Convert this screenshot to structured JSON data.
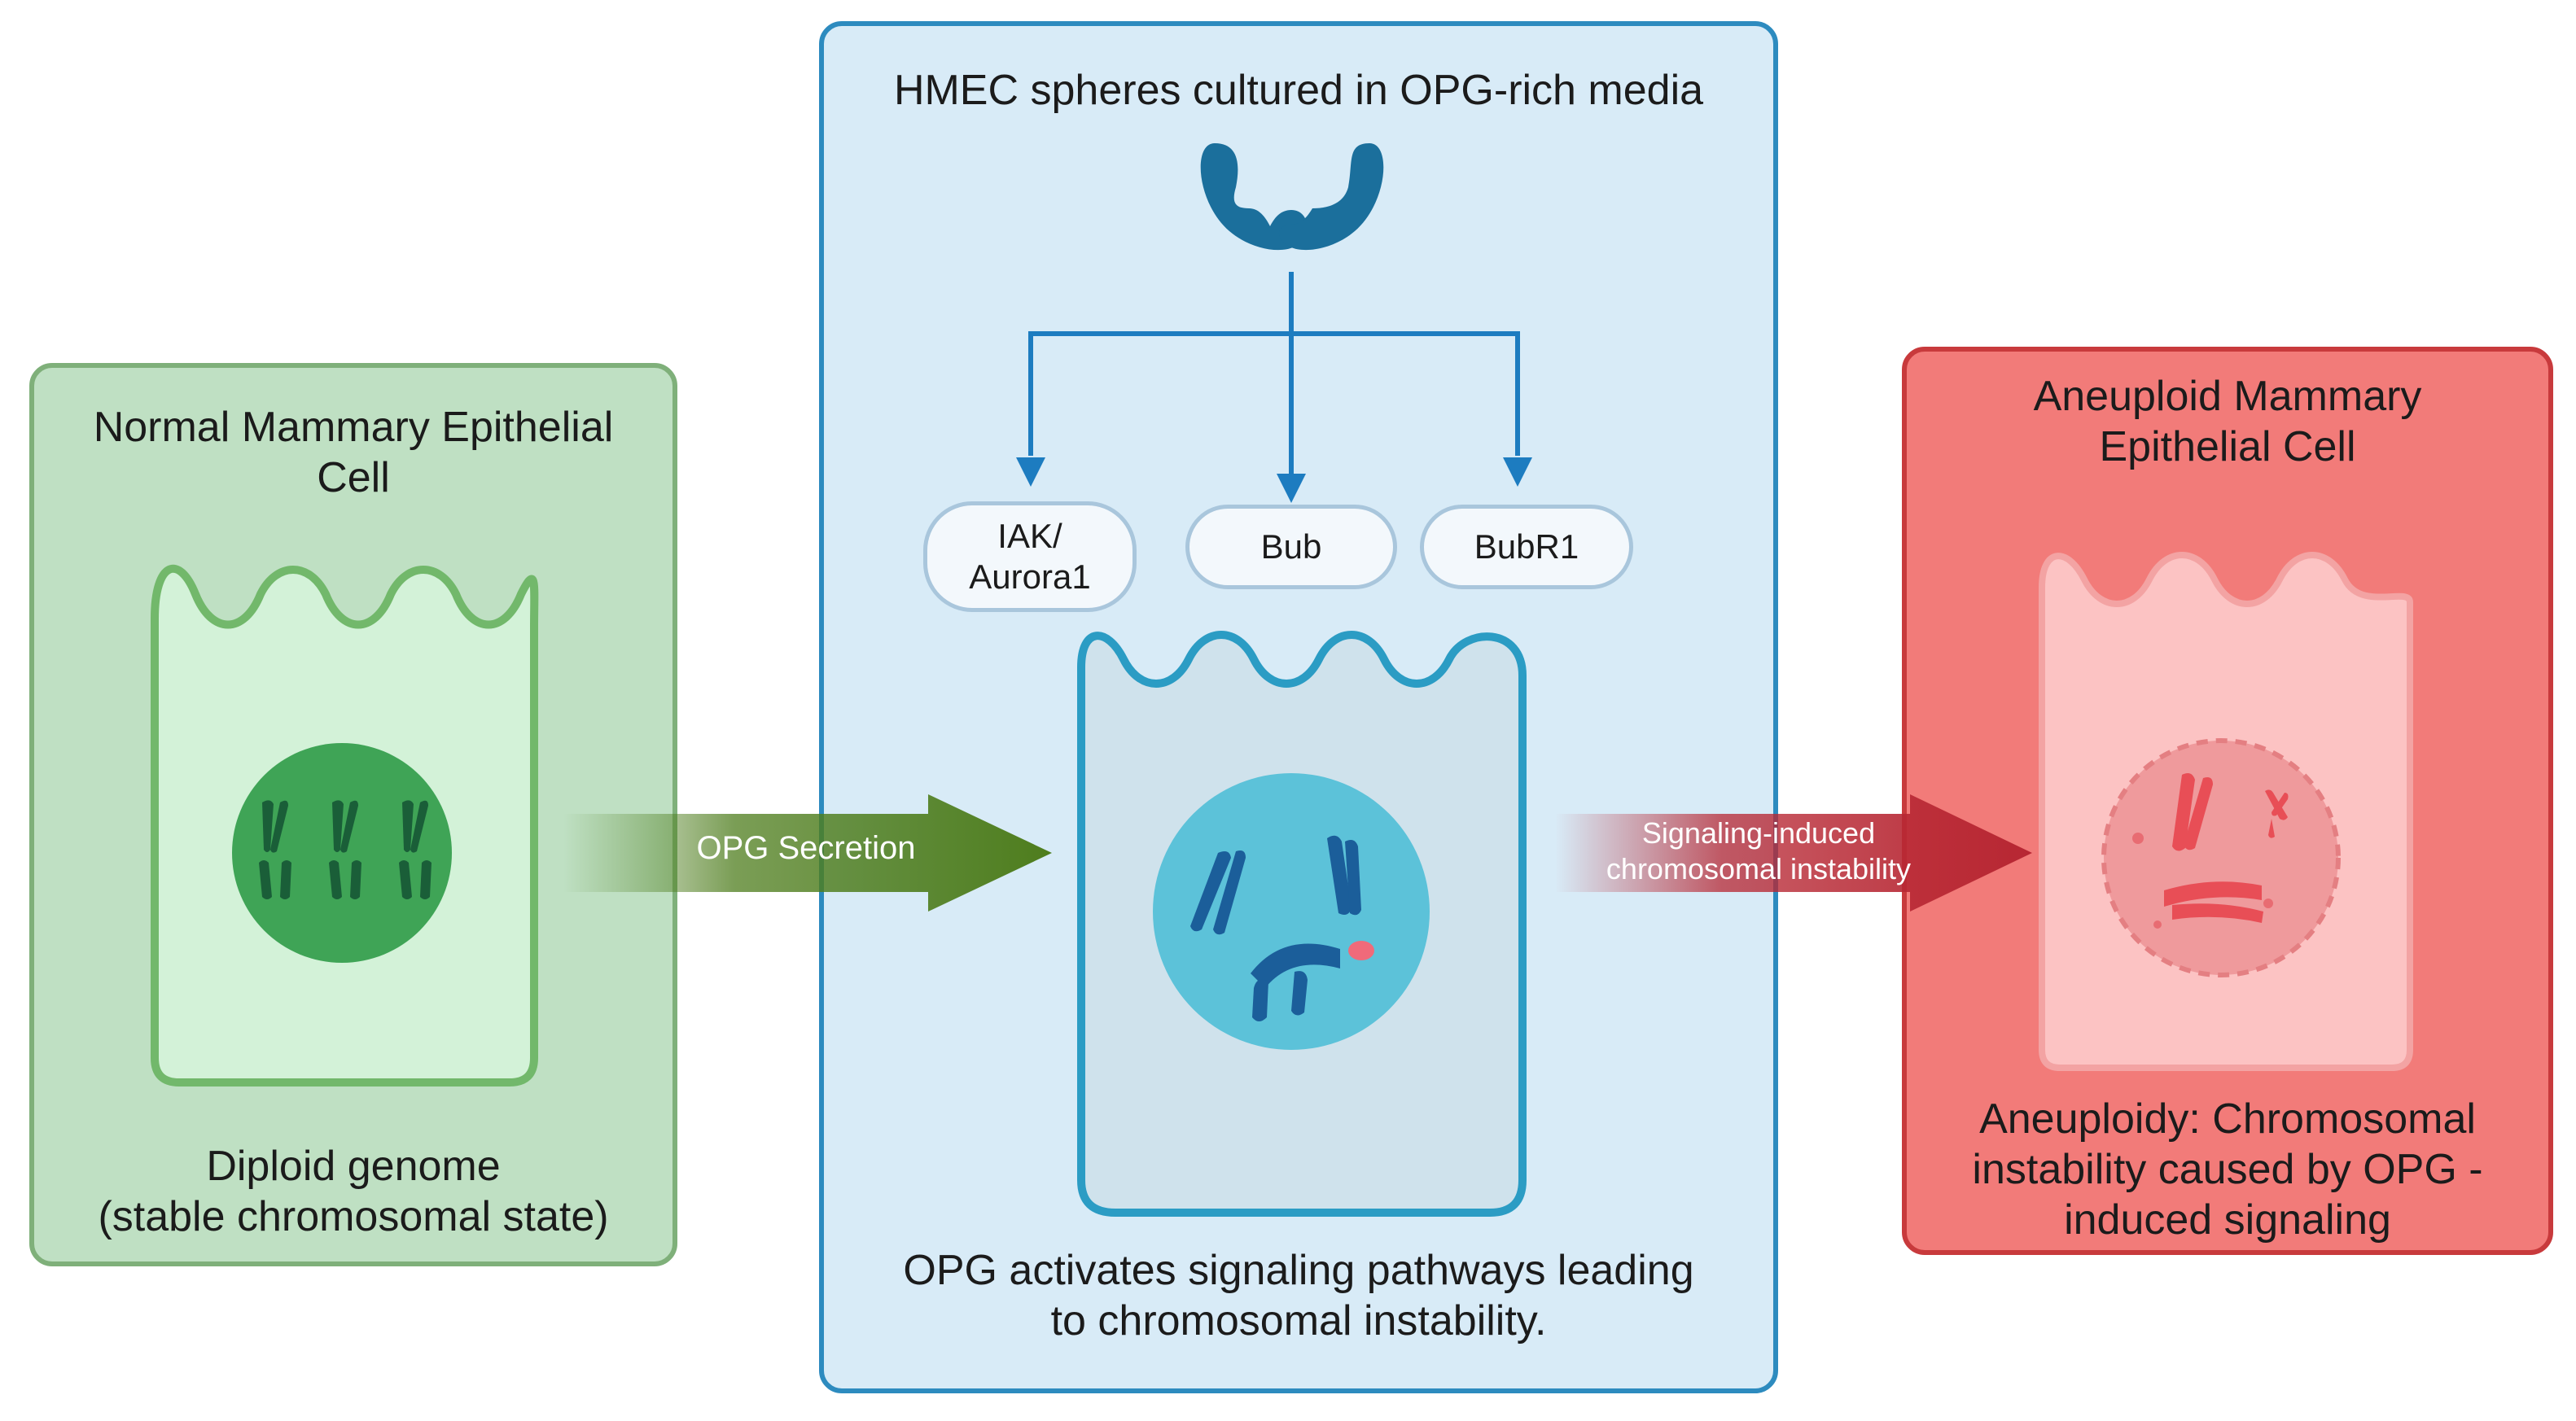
{
  "left_panel": {
    "title_line1": "Normal Mammary Epithelial",
    "title_line2": "Cell",
    "caption_line1": "Diploid genome",
    "caption_line2": "(stable chromosomal state)"
  },
  "center_panel": {
    "title": "HMEC spheres cultured in OPG-rich media",
    "pills": [
      {
        "line1": "IAK/",
        "line2": "Aurora1"
      },
      {
        "line1": "Bub",
        "line2": ""
      },
      {
        "line1": "BubR1",
        "line2": ""
      }
    ],
    "caption_line1": "OPG activates signaling pathways leading",
    "caption_line2": "to chromosomal instability."
  },
  "right_panel": {
    "title_line1": "Aneuploid Mammary",
    "title_line2": "Epithelial Cell",
    "caption_line1": "Aneuploidy: Chromosomal",
    "caption_line2": "instability caused by OPG -",
    "caption_line3": "induced signaling"
  },
  "arrows": {
    "green_label": "OPG Secretion",
    "red_label_line1": "Signaling-induced",
    "red_label_line2": "chromosomal instability"
  },
  "colors": {
    "green_panel": "#bfe0c3",
    "blue_panel": "#d8ebf7",
    "red_panel": "#f27b79",
    "green_arrow": "#4e7d1d",
    "red_arrow": "#b72733",
    "receptor_blue": "#1b6f9c"
  },
  "icons": [
    "opg-receptor-icon",
    "normal-cell-icon",
    "signaling-cell-icon",
    "aneuploid-cell-icon"
  ]
}
